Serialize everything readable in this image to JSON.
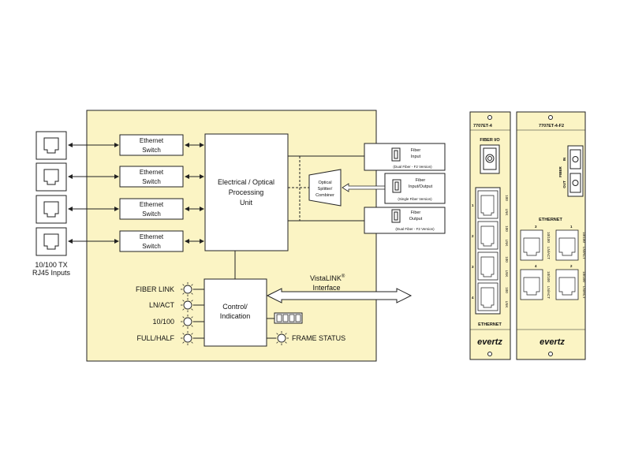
{
  "inputs_label": [
    "10/100 TX",
    "RJ45 Inputs"
  ],
  "ethernet_switches": [
    [
      "Ethernet",
      "Switch"
    ],
    [
      "Ethernet",
      "Switch"
    ],
    [
      "Ethernet",
      "Switch"
    ],
    [
      "Ethernet",
      "Switch"
    ]
  ],
  "processing_unit": [
    "Electrical / Optical",
    "Processing",
    "Unit"
  ],
  "splitter": [
    "Optical",
    "Splitter/",
    "Combiner"
  ],
  "fiber_input": {
    "label": [
      "Fiber",
      "Input"
    ],
    "note": "(Dual Fiber - F2 Version)"
  },
  "fiber_io": {
    "label": [
      "Fiber",
      "Input/Output"
    ],
    "note": "(Single Fiber Version)"
  },
  "fiber_output": {
    "label": [
      "Fiber",
      "Output"
    ],
    "note": "(Dual Fiber - F2 Version)"
  },
  "control": [
    "Control/",
    "Indication"
  ],
  "vistalink": {
    "name": "VistaLINK",
    "sup": "®",
    "sub": "Interface"
  },
  "leds": [
    "FIBER LINK",
    "LN/ACT",
    "10/100",
    "FULL/HALF"
  ],
  "frame_status": "FRAME STATUS",
  "panel1": {
    "title": "7707ET-4",
    "fiber_label": "FIBER I/O",
    "port_numbers": [
      "1",
      "2",
      "3",
      "4"
    ],
    "port_side_labels": [
      "100",
      "LNK"
    ],
    "bottom_label": "ETHERNET",
    "brand": "evertz"
  },
  "panel2": {
    "title": "7707ET-4-F2",
    "fiber_label": "FIBER",
    "in_label": "IN",
    "out_label": "OUT",
    "ethernet_label": "ETHERNET",
    "port_numbers": [
      "3",
      "1",
      "4",
      "2"
    ],
    "port_side_labels": [
      "10/100",
      "LN/ACT"
    ],
    "brand": "evertz"
  },
  "colors": {
    "fill": "#fbf4c4",
    "line": "#222222"
  }
}
